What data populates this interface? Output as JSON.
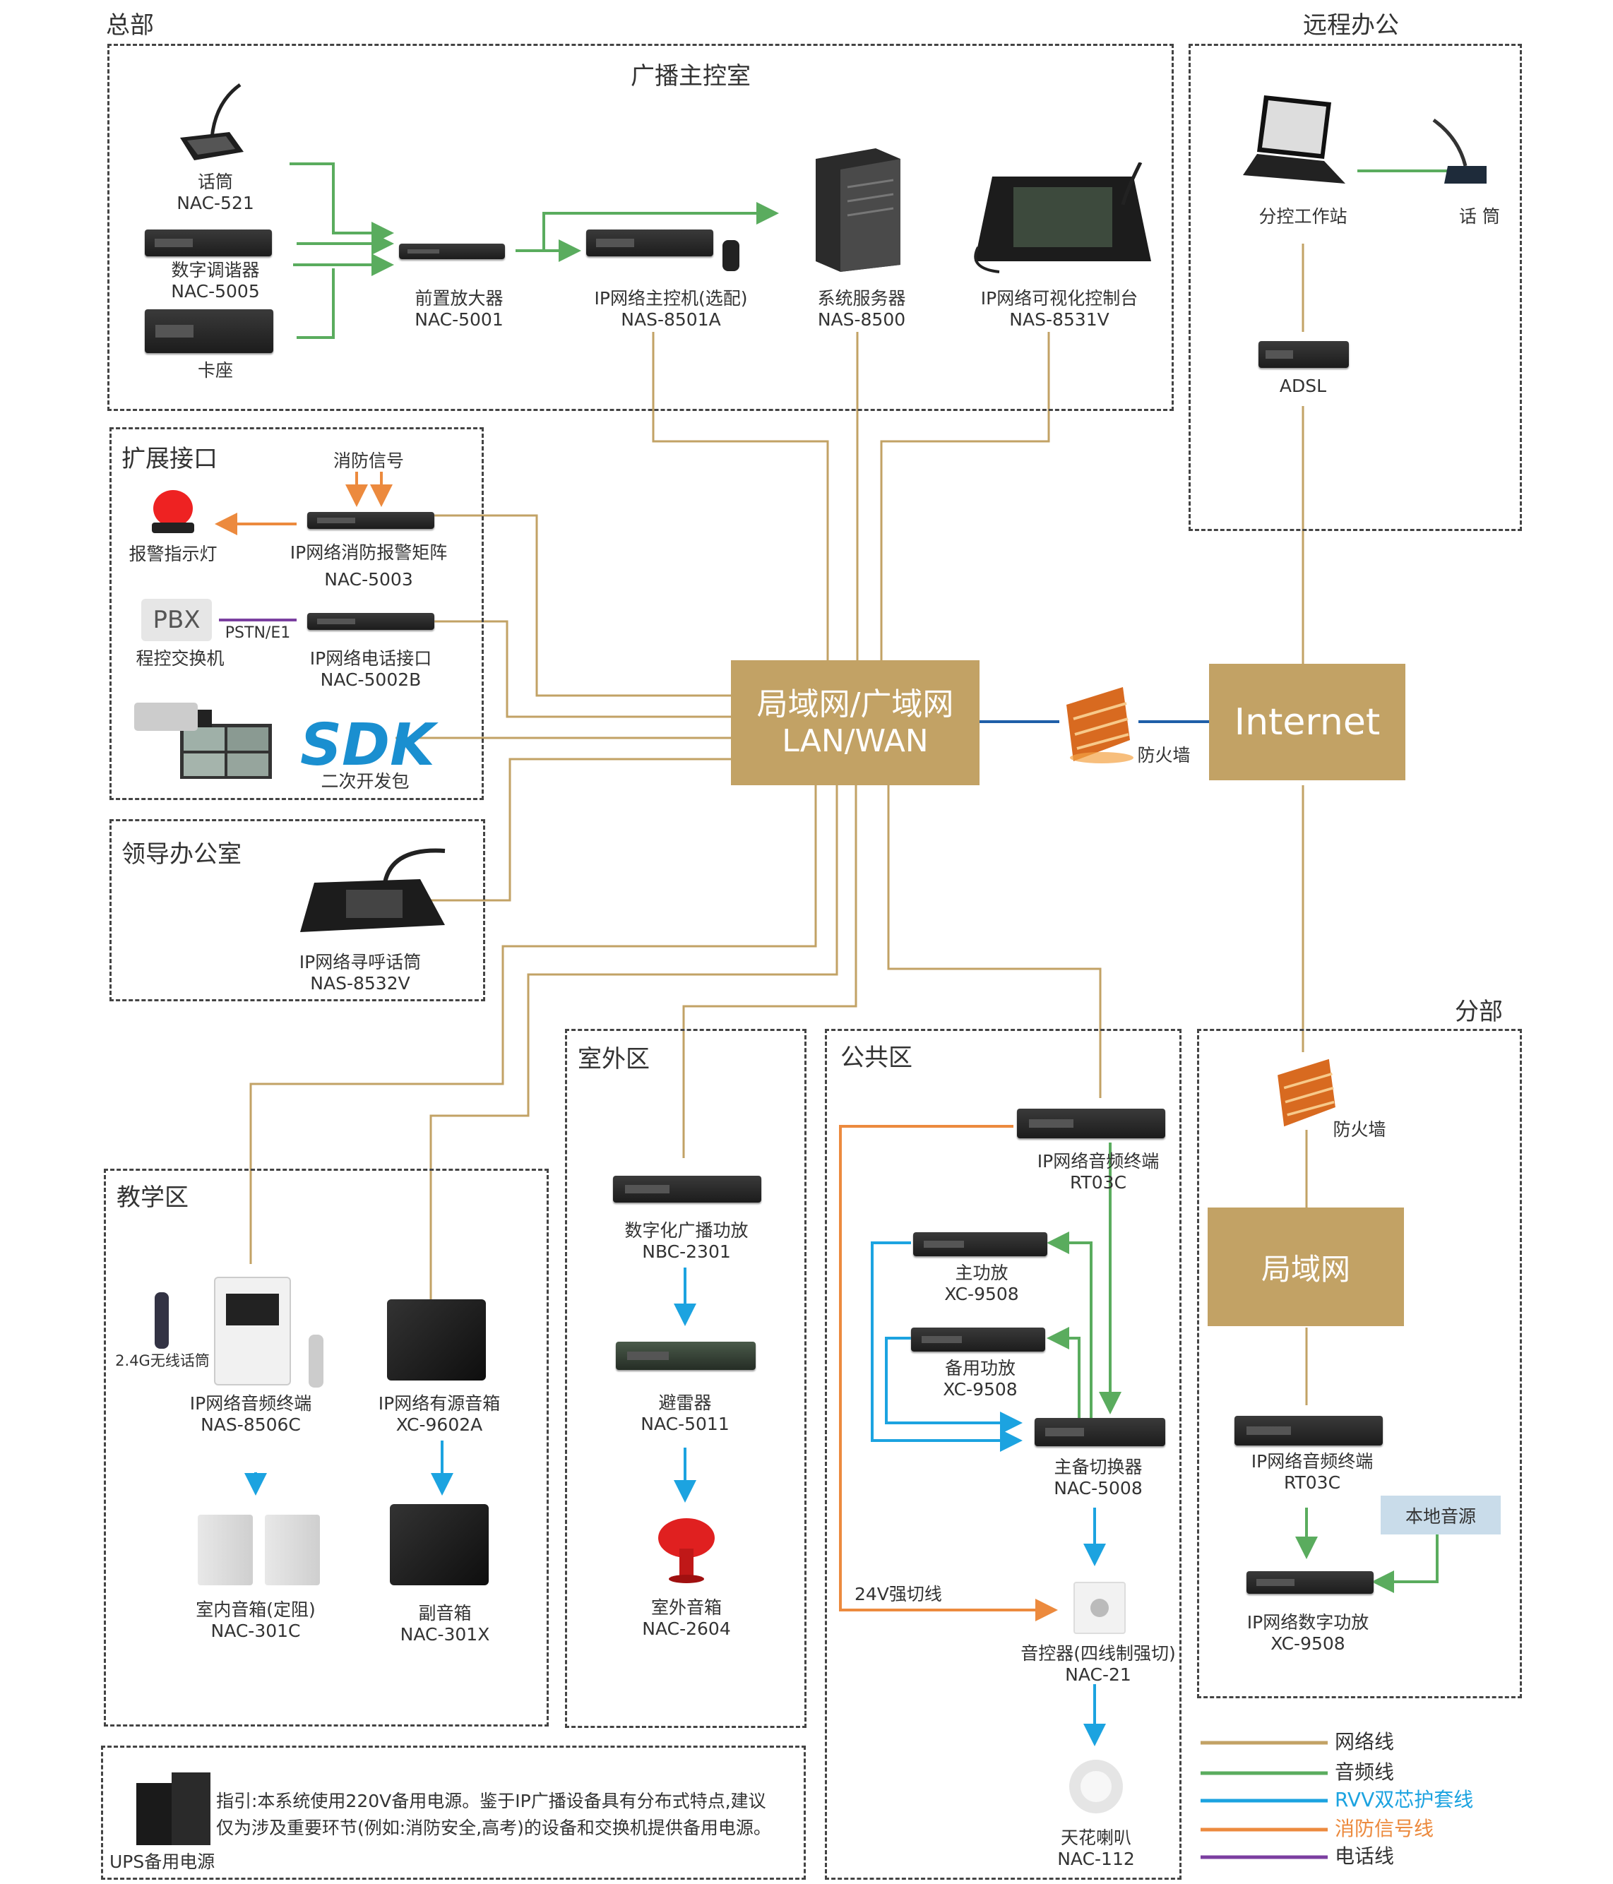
{
  "colors": {
    "network": "#c2a265",
    "audio": "#5aac5e",
    "rvv": "#1ca3e0",
    "fire": "#ec8a3e",
    "phone": "#7b3fa0",
    "box": "#c2a265"
  },
  "zones": {
    "hq": "总部",
    "broadcast_room": "广播主控室",
    "remote": "远程办公",
    "ext": "扩展接口",
    "leader": "领导办公室",
    "teaching": "教学区",
    "outdoor": "室外区",
    "public": "公共区",
    "branch": "分部"
  },
  "core": {
    "line1": "局域网/广域网",
    "line2": "LAN/WAN"
  },
  "internet": "Internet",
  "branch_lan": "局域网",
  "devices": {
    "mic_name": "话筒",
    "mic_model": "NAC-521",
    "tuner_name": "数字调谐器",
    "tuner_model": "NAC-5005",
    "deck_name": "卡座",
    "preamp_name": "前置放大器",
    "preamp_model": "NAC-5001",
    "host_name": "IP网络主控机(选配)",
    "host_model": "NAS-8501A",
    "server_name": "系统服务器",
    "server_model": "NAS-8500",
    "console_name": "IP网络可视化控制台",
    "console_model": "NAS-8531V",
    "workstation": "分控工作站",
    "remote_mic": "话 筒",
    "adsl": "ADSL",
    "fire_signal": "消防信号",
    "alarm_light": "报警指示灯",
    "fire_matrix_name": "IP网络消防报警矩阵",
    "fire_matrix_model": "NAC-5003",
    "pbx_text": "PBX",
    "pbx_name": "程控交换机",
    "pstn": "PSTN/E1",
    "phone_if_name": "IP网络电话接口",
    "phone_if_model": "NAC-5002B",
    "sdk_text": "SDK",
    "sdk_name": "二次开发包",
    "firewall": "防火墙",
    "page_mic_name": "IP网络寻呼话筒",
    "page_mic_model": "NAS-8532V",
    "wireless_mic": "2.4G无线话筒",
    "terminal_8506_name": "IP网络音频终端",
    "terminal_8506_model": "NAS-8506C",
    "active_spk_name": "IP网络有源音箱",
    "active_spk_model": "XC-9602A",
    "indoor_spk_name": "室内音箱(定阻)",
    "indoor_spk_model": "NAC-301C",
    "sub_spk_name": "副音箱",
    "sub_spk_model": "NAC-301X",
    "digital_amp_name": "数字化广播功放",
    "digital_amp_model": "NBC-2301",
    "arrester_name": "避雷器",
    "arrester_model": "NAC-5011",
    "outdoor_spk_name": "室外音箱",
    "outdoor_spk_model": "NAC-2604",
    "rt03c_name": "IP网络音频终端",
    "rt03c_model": "RT03C",
    "main_amp_name": "主功放",
    "main_amp_model": "XC-9508",
    "backup_amp_name": "备用功放",
    "backup_amp_model": "XC-9508",
    "switcher_name": "主备切换器",
    "switcher_model": "NAC-5008",
    "strong_cut": "24V强切线",
    "vol_ctrl_name": "音控器(四线制强切)",
    "vol_ctrl_model": "NAC-21",
    "ceiling_name": "天花喇叭",
    "ceiling_model": "NAC-112",
    "br_firewall": "防火墙",
    "br_terminal_name": "IP网络音频终端",
    "br_terminal_model": "RT03C",
    "local_source": "本地音源",
    "br_amp_name": "IP网络数字功放",
    "br_amp_model": "XC-9508",
    "ups": "UPS备用电源"
  },
  "note": {
    "line1": "指引:本系统使用220V备用电源。鉴于IP广播设备具有分布式特点,建议",
    "line2": "仅为涉及重要环节(例如:消防安全,高考)的设备和交换机提供备用电源。"
  },
  "legend": [
    "网络线",
    "音频线",
    "RVV双芯护套线",
    "消防信号线",
    "电话线"
  ]
}
